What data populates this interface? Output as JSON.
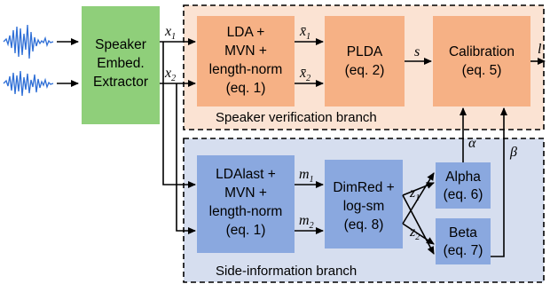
{
  "blocks": {
    "extractor": [
      "Speaker",
      "Embed.",
      "Extractor"
    ],
    "lda": [
      "LDA +",
      "MVN +",
      "length-norm",
      "(eq. 1)"
    ],
    "plda": [
      "PLDA",
      "(eq. 2)"
    ],
    "calibration": [
      "Calibration",
      "(eq. 5)"
    ],
    "ldalast": [
      "LDAlast +",
      "MVN +",
      "length-norm",
      "(eq. 1)"
    ],
    "dimred": [
      "DimRed +",
      "log-sm",
      "(eq. 8)"
    ],
    "alpha": [
      "Alpha",
      "(eq. 6)"
    ],
    "beta": [
      "Beta",
      "(eq. 7)"
    ]
  },
  "regions": {
    "verify_label": "Speaker verification branch",
    "side_label": "Side-information branch"
  },
  "symbols": {
    "x1": {
      "base": "x",
      "sub": "1"
    },
    "x2": {
      "base": "x",
      "sub": "2"
    },
    "xbar1": {
      "base": "x̄",
      "sub": "1"
    },
    "xbar2": {
      "base": "x̄",
      "sub": "2"
    },
    "s": "s",
    "l": "l",
    "m1": {
      "base": "m",
      "sub": "1"
    },
    "m2": {
      "base": "m",
      "sub": "2"
    },
    "z1": {
      "base": "z",
      "sub": "1"
    },
    "z2": {
      "base": "z",
      "sub": "2"
    },
    "alpha": "α",
    "beta": "β"
  },
  "colors": {
    "extractor_fill": "#8fcf7a",
    "verify_region_fill": "#fbe3d3",
    "verify_box_fill": "#f6b185",
    "side_region_fill": "#d6deef",
    "side_box_fill": "#8aa8df"
  }
}
